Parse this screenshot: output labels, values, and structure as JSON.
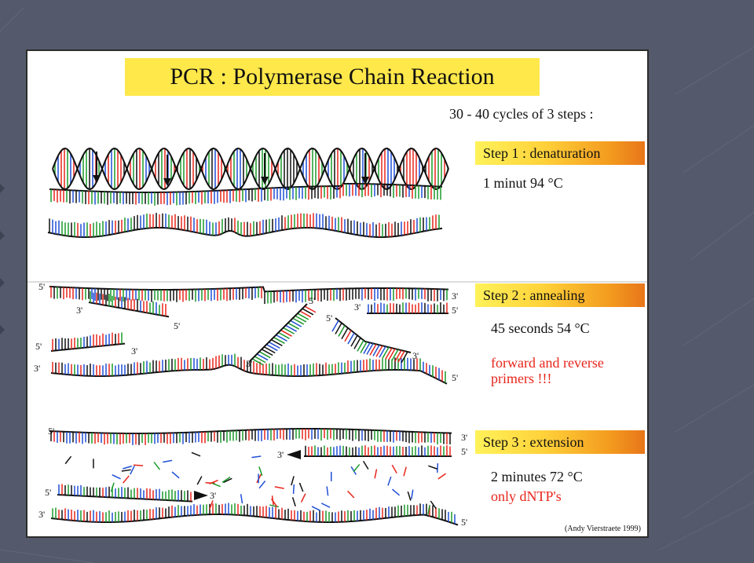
{
  "title": "PCR : Polymerase Chain Reaction",
  "cycles": "30 - 40 cycles of 3 steps :",
  "steps": [
    {
      "label": "Step 1 : denaturation",
      "detail": "1 minut 94 °C"
    },
    {
      "label": "Step 2 : annealing",
      "detail": "45 seconds 54 °C",
      "note": "forward and reverse primers !!!"
    },
    {
      "label": "Step 3 : extension",
      "detail": "2 minutes 72 °C",
      "note": "only dNTP's"
    }
  ],
  "end_labels": {
    "five": "5'",
    "three": "3'"
  },
  "credit": "(Andy Vierstraete 1999)",
  "colors": {
    "slide_bg": "#545a6b",
    "bases": [
      "#e8251b",
      "#1a9a2a",
      "#1f4fd6",
      "#111111"
    ],
    "title_box": "#ffe84a",
    "step_box_start": "#fff25a",
    "step_box_end": "#e8761a",
    "note_text": "#e8251b"
  }
}
